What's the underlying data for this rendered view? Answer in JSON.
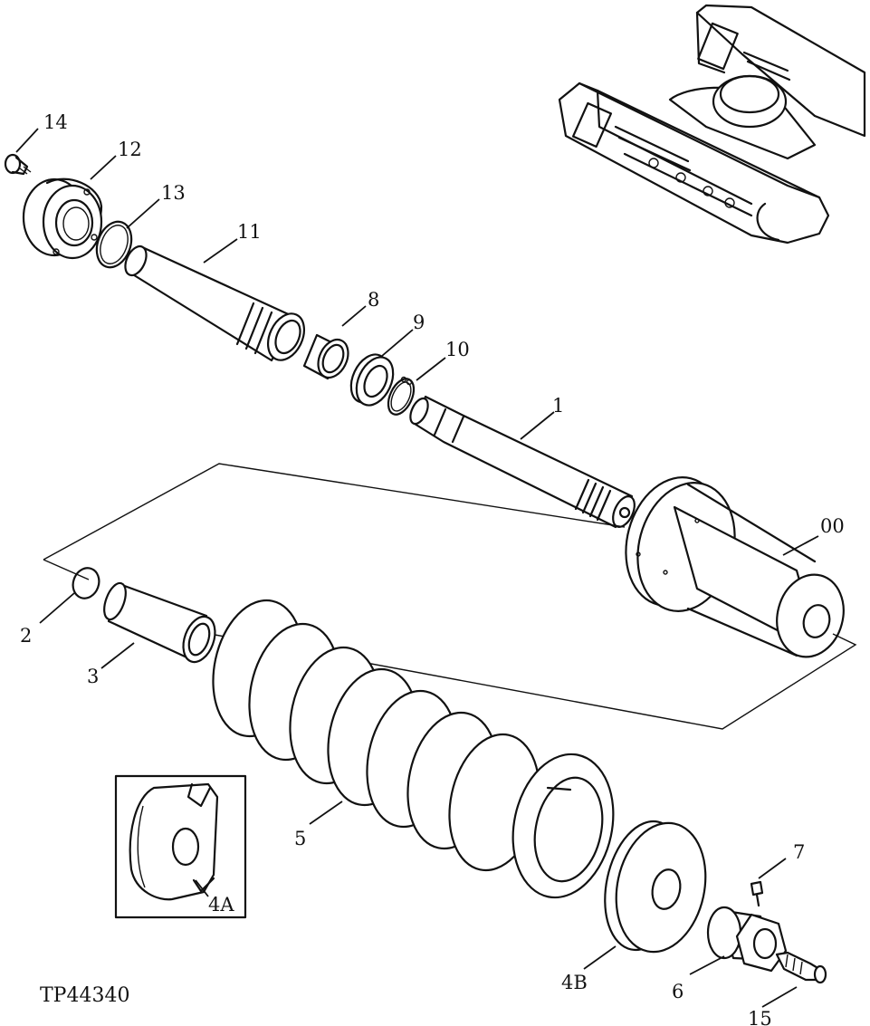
{
  "figure_id": "TP44340",
  "callouts": {
    "c14": "14",
    "c12": "12",
    "c13": "13",
    "c11": "11",
    "c8": "8",
    "c9": "9",
    "c10": "10",
    "c1": "1",
    "c00": "00",
    "c2": "2",
    "c3": "3",
    "c5": "5",
    "c4A": "4A",
    "c4B": "4B",
    "c6": "6",
    "c7": "7",
    "c15": "15"
  }
}
